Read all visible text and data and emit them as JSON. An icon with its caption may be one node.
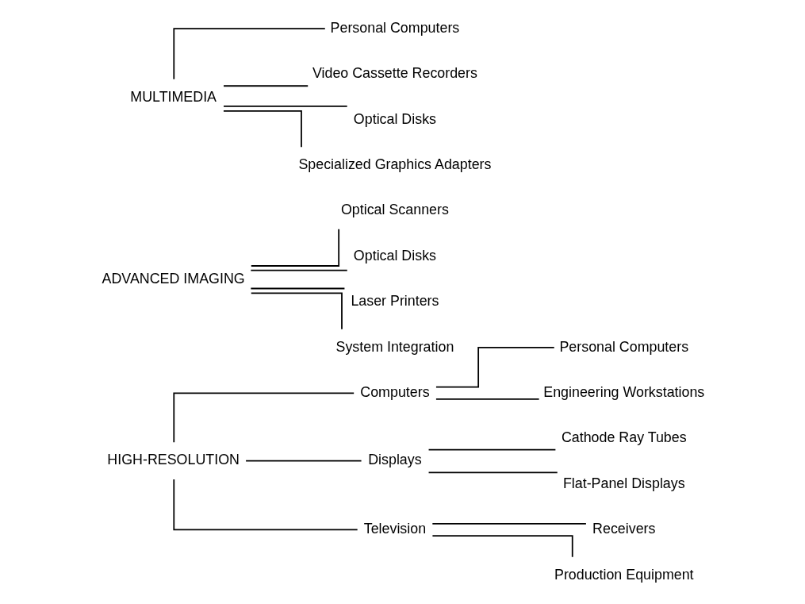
{
  "diagram": {
    "nodes": [
      {
        "text": [
          "HIGH-RESOLUTION"
        ]
      },
      {
        "text": [
          "Computers"
        ]
      },
      {
        "text": [
          "Personal Computers"
        ]
      },
      {
        "text": [
          "Engineering Workstations"
        ]
      },
      {
        "text": [
          "Displays"
        ]
      },
      {
        "text": [
          "Cathode Ray Tubes"
        ]
      },
      {
        "text": [
          "Flat-Panel Displays"
        ]
      },
      {
        "text": [
          "Television"
        ]
      },
      {
        "text": [
          "Receivers"
        ]
      },
      {
        "text": [
          "Production Equipment"
        ]
      },
      {
        "text": [
          "ADVANCED IMAGING"
        ]
      },
      {
        "text": [
          "Optical Scanners"
        ]
      },
      {
        "text": [
          "Optical Disks"
        ]
      },
      {
        "text": [
          "Laser Printers"
        ]
      },
      {
        "text": [
          "System Integration"
        ]
      },
      {
        "text": [
          "MULTIMEDIA"
        ]
      },
      {
        "text": [
          "Personal Computers"
        ]
      },
      {
        "text": [
          "Video Cassette Recorders"
        ]
      },
      {
        "text": [
          "Optical Disks"
        ]
      },
      {
        "text": [
          "Specialized Graphics Adapters"
        ]
      }
    ],
    "edges": [
      {
        "from": 0,
        "to": 1,
        "arrow": "none"
      },
      {
        "from": 0,
        "to": 4,
        "arrow": "none"
      },
      {
        "from": 0,
        "to": 7,
        "arrow": "none"
      },
      {
        "from": 1,
        "to": 2,
        "arrow": "none"
      },
      {
        "from": 1,
        "to": 3,
        "arrow": "none"
      },
      {
        "from": 4,
        "to": 5,
        "arrow": "none"
      },
      {
        "from": 4,
        "to": 6,
        "arrow": "none"
      },
      {
        "from": 7,
        "to": 8,
        "arrow": "none"
      },
      {
        "from": 7,
        "to": 9,
        "arrow": "none"
      },
      {
        "from": 10,
        "to": 11,
        "arrow": "none"
      },
      {
        "from": 10,
        "to": 12,
        "arrow": "none"
      },
      {
        "from": 10,
        "to": 13,
        "arrow": "none"
      },
      {
        "from": 10,
        "to": 14,
        "arrow": "none"
      },
      {
        "from": 15,
        "to": 16,
        "arrow": "none"
      },
      {
        "from": 15,
        "to": 17,
        "arrow": "none"
      },
      {
        "from": 15,
        "to": 18,
        "arrow": "none"
      },
      {
        "from": 15,
        "to": 19,
        "arrow": "none"
      }
    ]
  }
}
